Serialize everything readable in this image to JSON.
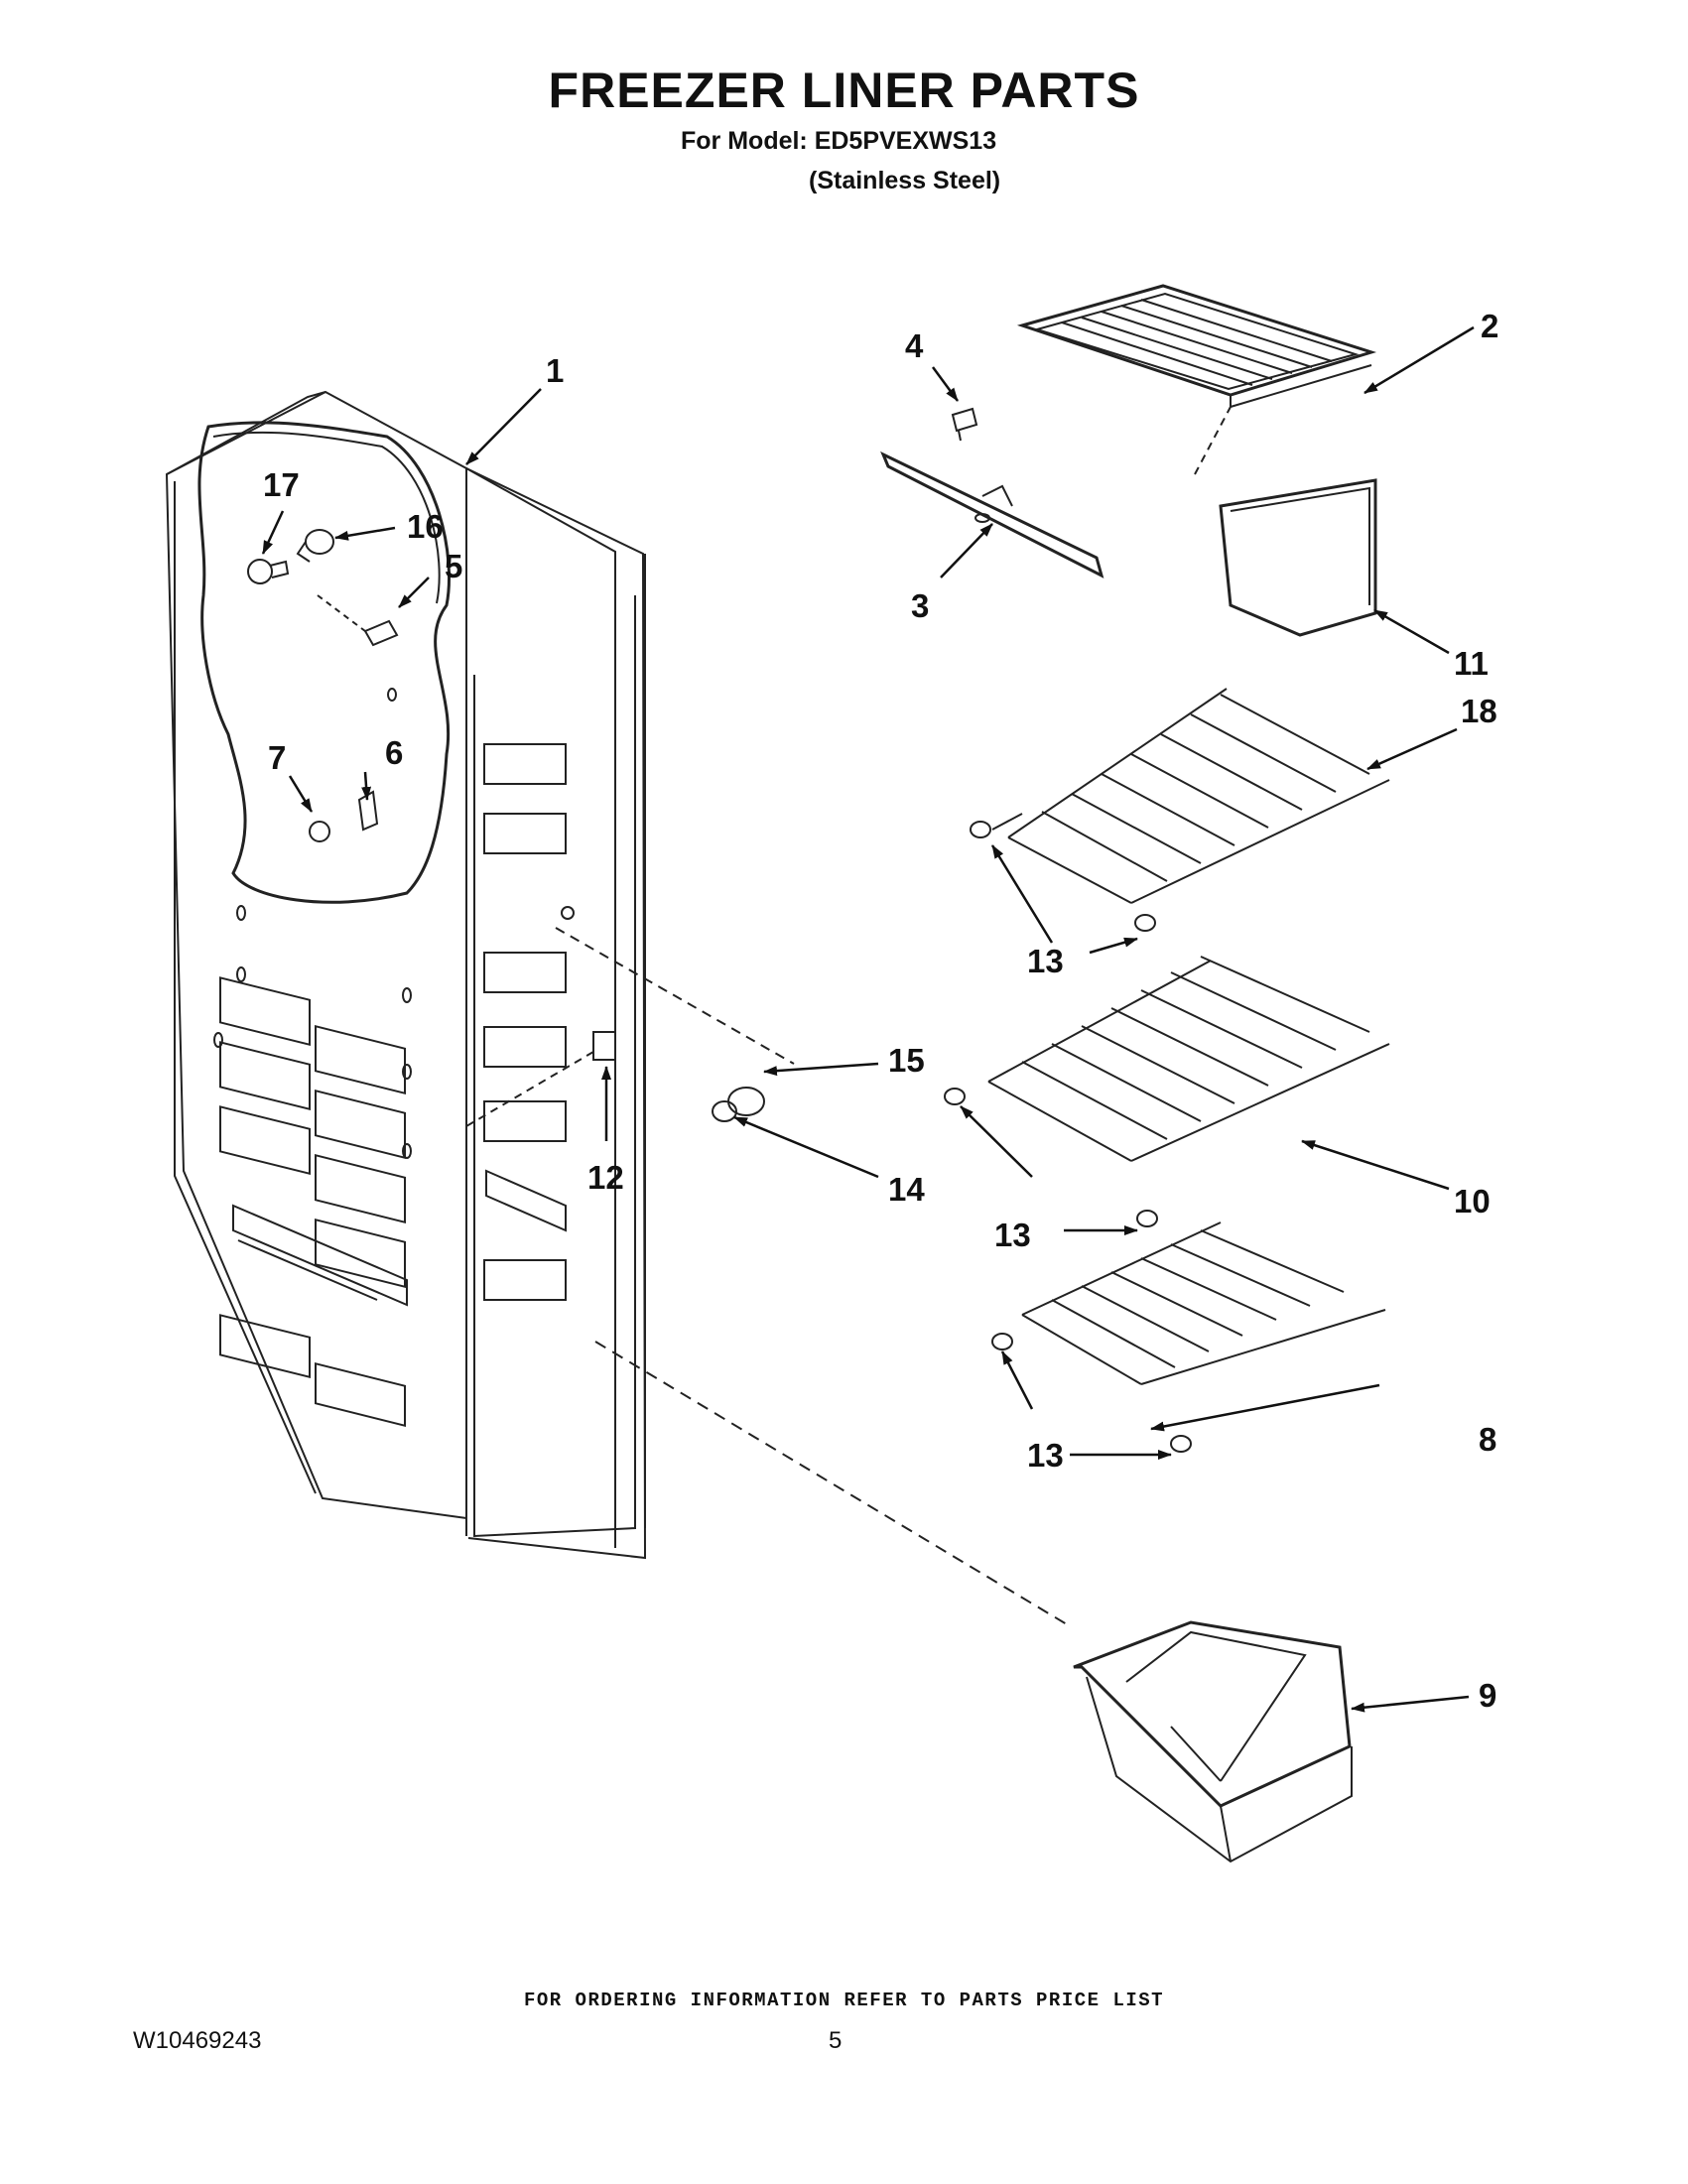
{
  "header": {
    "title": "FREEZER LINER PARTS",
    "model_line": "For Model: ED5PVEXWS13",
    "finish_line": "(Stainless Steel)"
  },
  "callouts": {
    "c1": "1",
    "c2": "2",
    "c3": "3",
    "c4": "4",
    "c5": "5",
    "c6": "6",
    "c7": "7",
    "c8": "8",
    "c9": "9",
    "c10": "10",
    "c11": "11",
    "c12": "12",
    "c13a": "13",
    "c13b": "13",
    "c13c": "13",
    "c14": "14",
    "c15": "15",
    "c16": "16",
    "c17": "17",
    "c18": "18"
  },
  "footer": {
    "ordering_note": "FOR ORDERING INFORMATION REFER TO PARTS PRICE LIST",
    "doc_number": "W10469243",
    "page_number": "5"
  }
}
